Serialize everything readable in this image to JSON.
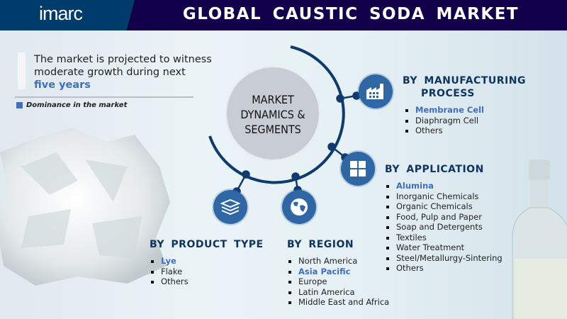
{
  "header": {
    "logo": "imarc",
    "title": "GLOBAL  CAUSTIC SODA  MARKET"
  },
  "lead": {
    "line1": "The market is projected to witness",
    "line2": "moderate growth during next",
    "highlight": "five years"
  },
  "legend": {
    "label": "Dominance in the market",
    "color": "#3f6fbf"
  },
  "center": {
    "line1": "MARKET",
    "line2": "DYNAMICS &",
    "line3": "SEGMENTS"
  },
  "segments": {
    "manufacturing": {
      "title_line1": "BY  MANUFACTURING",
      "title_line2": "PROCESS",
      "icon": "factory-icon",
      "items": [
        "Membrane Cell",
        "Diaphragm Cell",
        "Others"
      ],
      "dominant": "Membrane Cell"
    },
    "application": {
      "title": "BY  APPLICATION",
      "icon": "grid-icon",
      "items": [
        "Alumina",
        "Inorganic Chemicals",
        "Organic Chemicals",
        "Food, Pulp and Paper",
        "Soap and Detergents",
        "Textiles",
        "Water Treatment",
        "Steel/Metallurgy-Sintering",
        "Others"
      ],
      "dominant": "Alumina"
    },
    "product": {
      "title": "BY  PRODUCT TYPE",
      "icon": "boxes-icon",
      "items": [
        "Lye",
        "Flake",
        "Others"
      ],
      "dominant": "Lye"
    },
    "region": {
      "title": "BY  REGION",
      "icon": "globe-icon",
      "items": [
        "North America",
        "Asia Pacific",
        "Europe",
        "Latin America",
        "Middle East and Africa"
      ],
      "dominant": "Asia Pacific"
    }
  },
  "colors": {
    "header": "#12004a",
    "logo_bg": "#003c6b",
    "accent": "#3f6fbf",
    "title_text": "#0e3560",
    "icon_bg": "#2f67a5"
  }
}
